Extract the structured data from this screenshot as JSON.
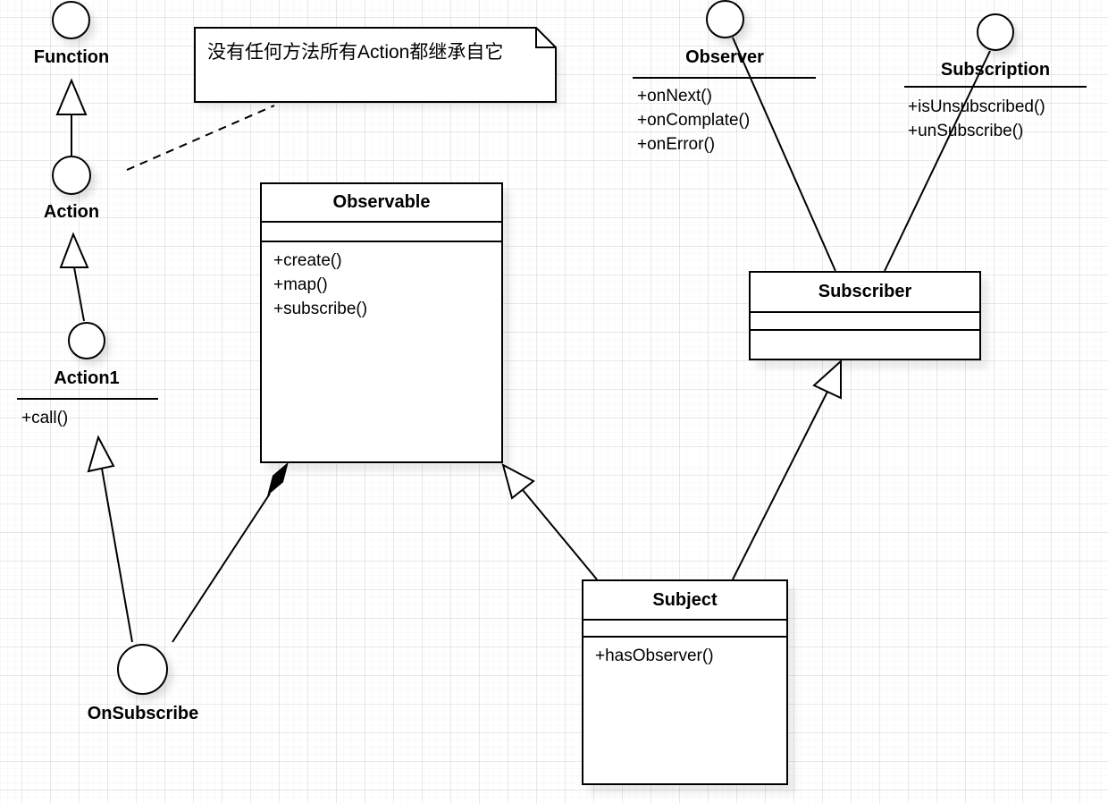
{
  "colors": {
    "stroke": "#000000",
    "fill": "#ffffff",
    "grid_major": "#ececec",
    "grid_minor": "#f8f8f8"
  },
  "note": {
    "text": "没有任何方法所有Action都继承自它"
  },
  "interfaces": {
    "function": {
      "name": "Function"
    },
    "action": {
      "name": "Action"
    },
    "action1": {
      "name": "Action1",
      "methods": [
        "+call()"
      ]
    },
    "onsubscribe": {
      "name": "OnSubscribe"
    },
    "observer": {
      "name": "Observer",
      "methods": [
        "+onNext()",
        "+onComplate()",
        "+onError()"
      ]
    },
    "subscription": {
      "name": "Subscription",
      "methods": [
        "+isUnsubscribed()",
        "+unSubscribe()"
      ]
    }
  },
  "classes": {
    "observable": {
      "name": "Observable",
      "methods": [
        "+create()",
        "+map()",
        "+subscribe()"
      ]
    },
    "subscriber": {
      "name": "Subscriber",
      "methods": []
    },
    "subject": {
      "name": "Subject",
      "methods": [
        "+hasObserver()"
      ]
    }
  },
  "relations": [
    {
      "type": "generalization",
      "from": "Action",
      "to": "Function"
    },
    {
      "type": "generalization",
      "from": "Action1",
      "to": "Action"
    },
    {
      "type": "generalization",
      "from": "OnSubscribe",
      "to": "Action1"
    },
    {
      "type": "composition",
      "from": "OnSubscribe",
      "to": "Observable"
    },
    {
      "type": "generalization",
      "from": "Subject",
      "to": "Observable"
    },
    {
      "type": "generalization",
      "from": "Subject",
      "to": "Subscriber"
    },
    {
      "type": "association",
      "from": "Observer",
      "to": "Subscriber"
    },
    {
      "type": "association",
      "from": "Subscription",
      "to": "Subscriber"
    },
    {
      "type": "note-anchor",
      "from": "note",
      "to": "Action"
    }
  ]
}
